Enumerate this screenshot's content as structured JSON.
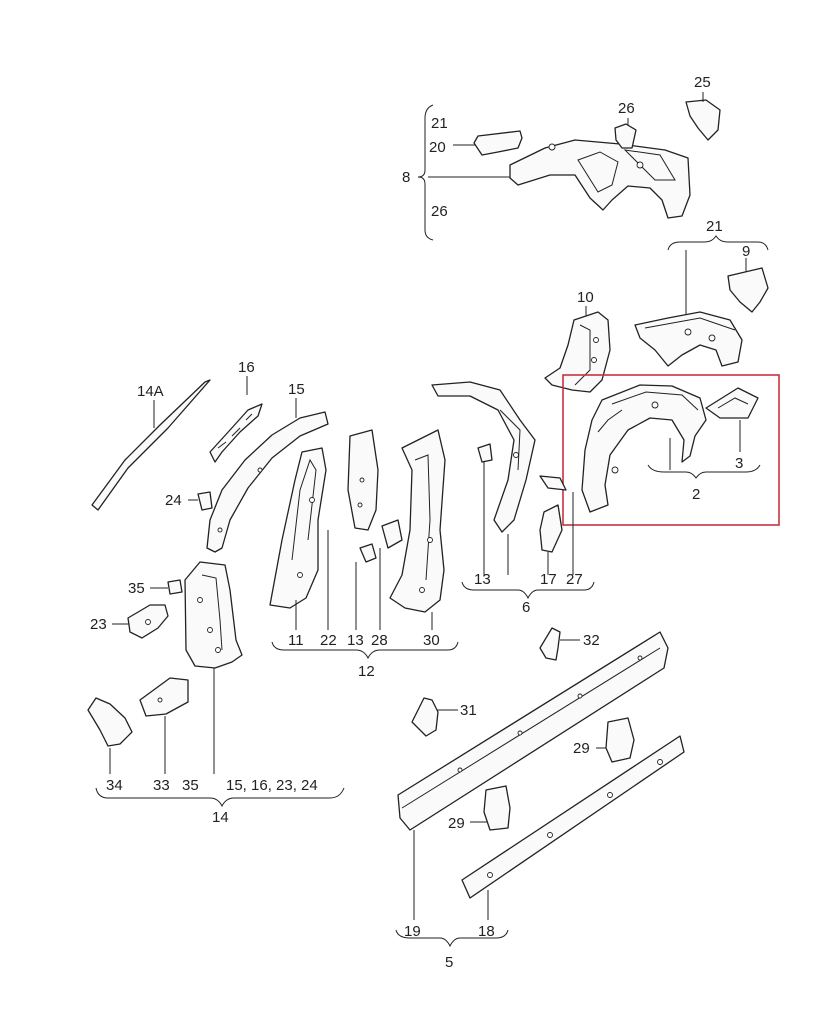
{
  "diagram": {
    "highlight_color": "#c8323c",
    "labels": {
      "l21_top": "21",
      "l20": "20",
      "l8": "8",
      "l26_left": "26",
      "l26_top": "26",
      "l25": "25",
      "l21_right": "21",
      "l9": "9",
      "l10": "10",
      "l2": "2",
      "l3": "3",
      "l14A": "14A",
      "l16": "16",
      "l15": "15",
      "l24": "24",
      "l35a": "35",
      "l23": "23",
      "l11": "11",
      "l22": "22",
      "l13a": "13",
      "l28": "28",
      "l30": "30",
      "l12": "12",
      "l13b": "13",
      "l17": "17",
      "l27": "27",
      "l6": "6",
      "l32": "32",
      "l31": "31",
      "l29a": "29",
      "l29b": "29",
      "l34": "34",
      "l33": "33",
      "l35b": "35",
      "l14list": "15, 16, 23, 24",
      "l14": "14",
      "l19": "19",
      "l18": "18",
      "l5": "5"
    }
  }
}
